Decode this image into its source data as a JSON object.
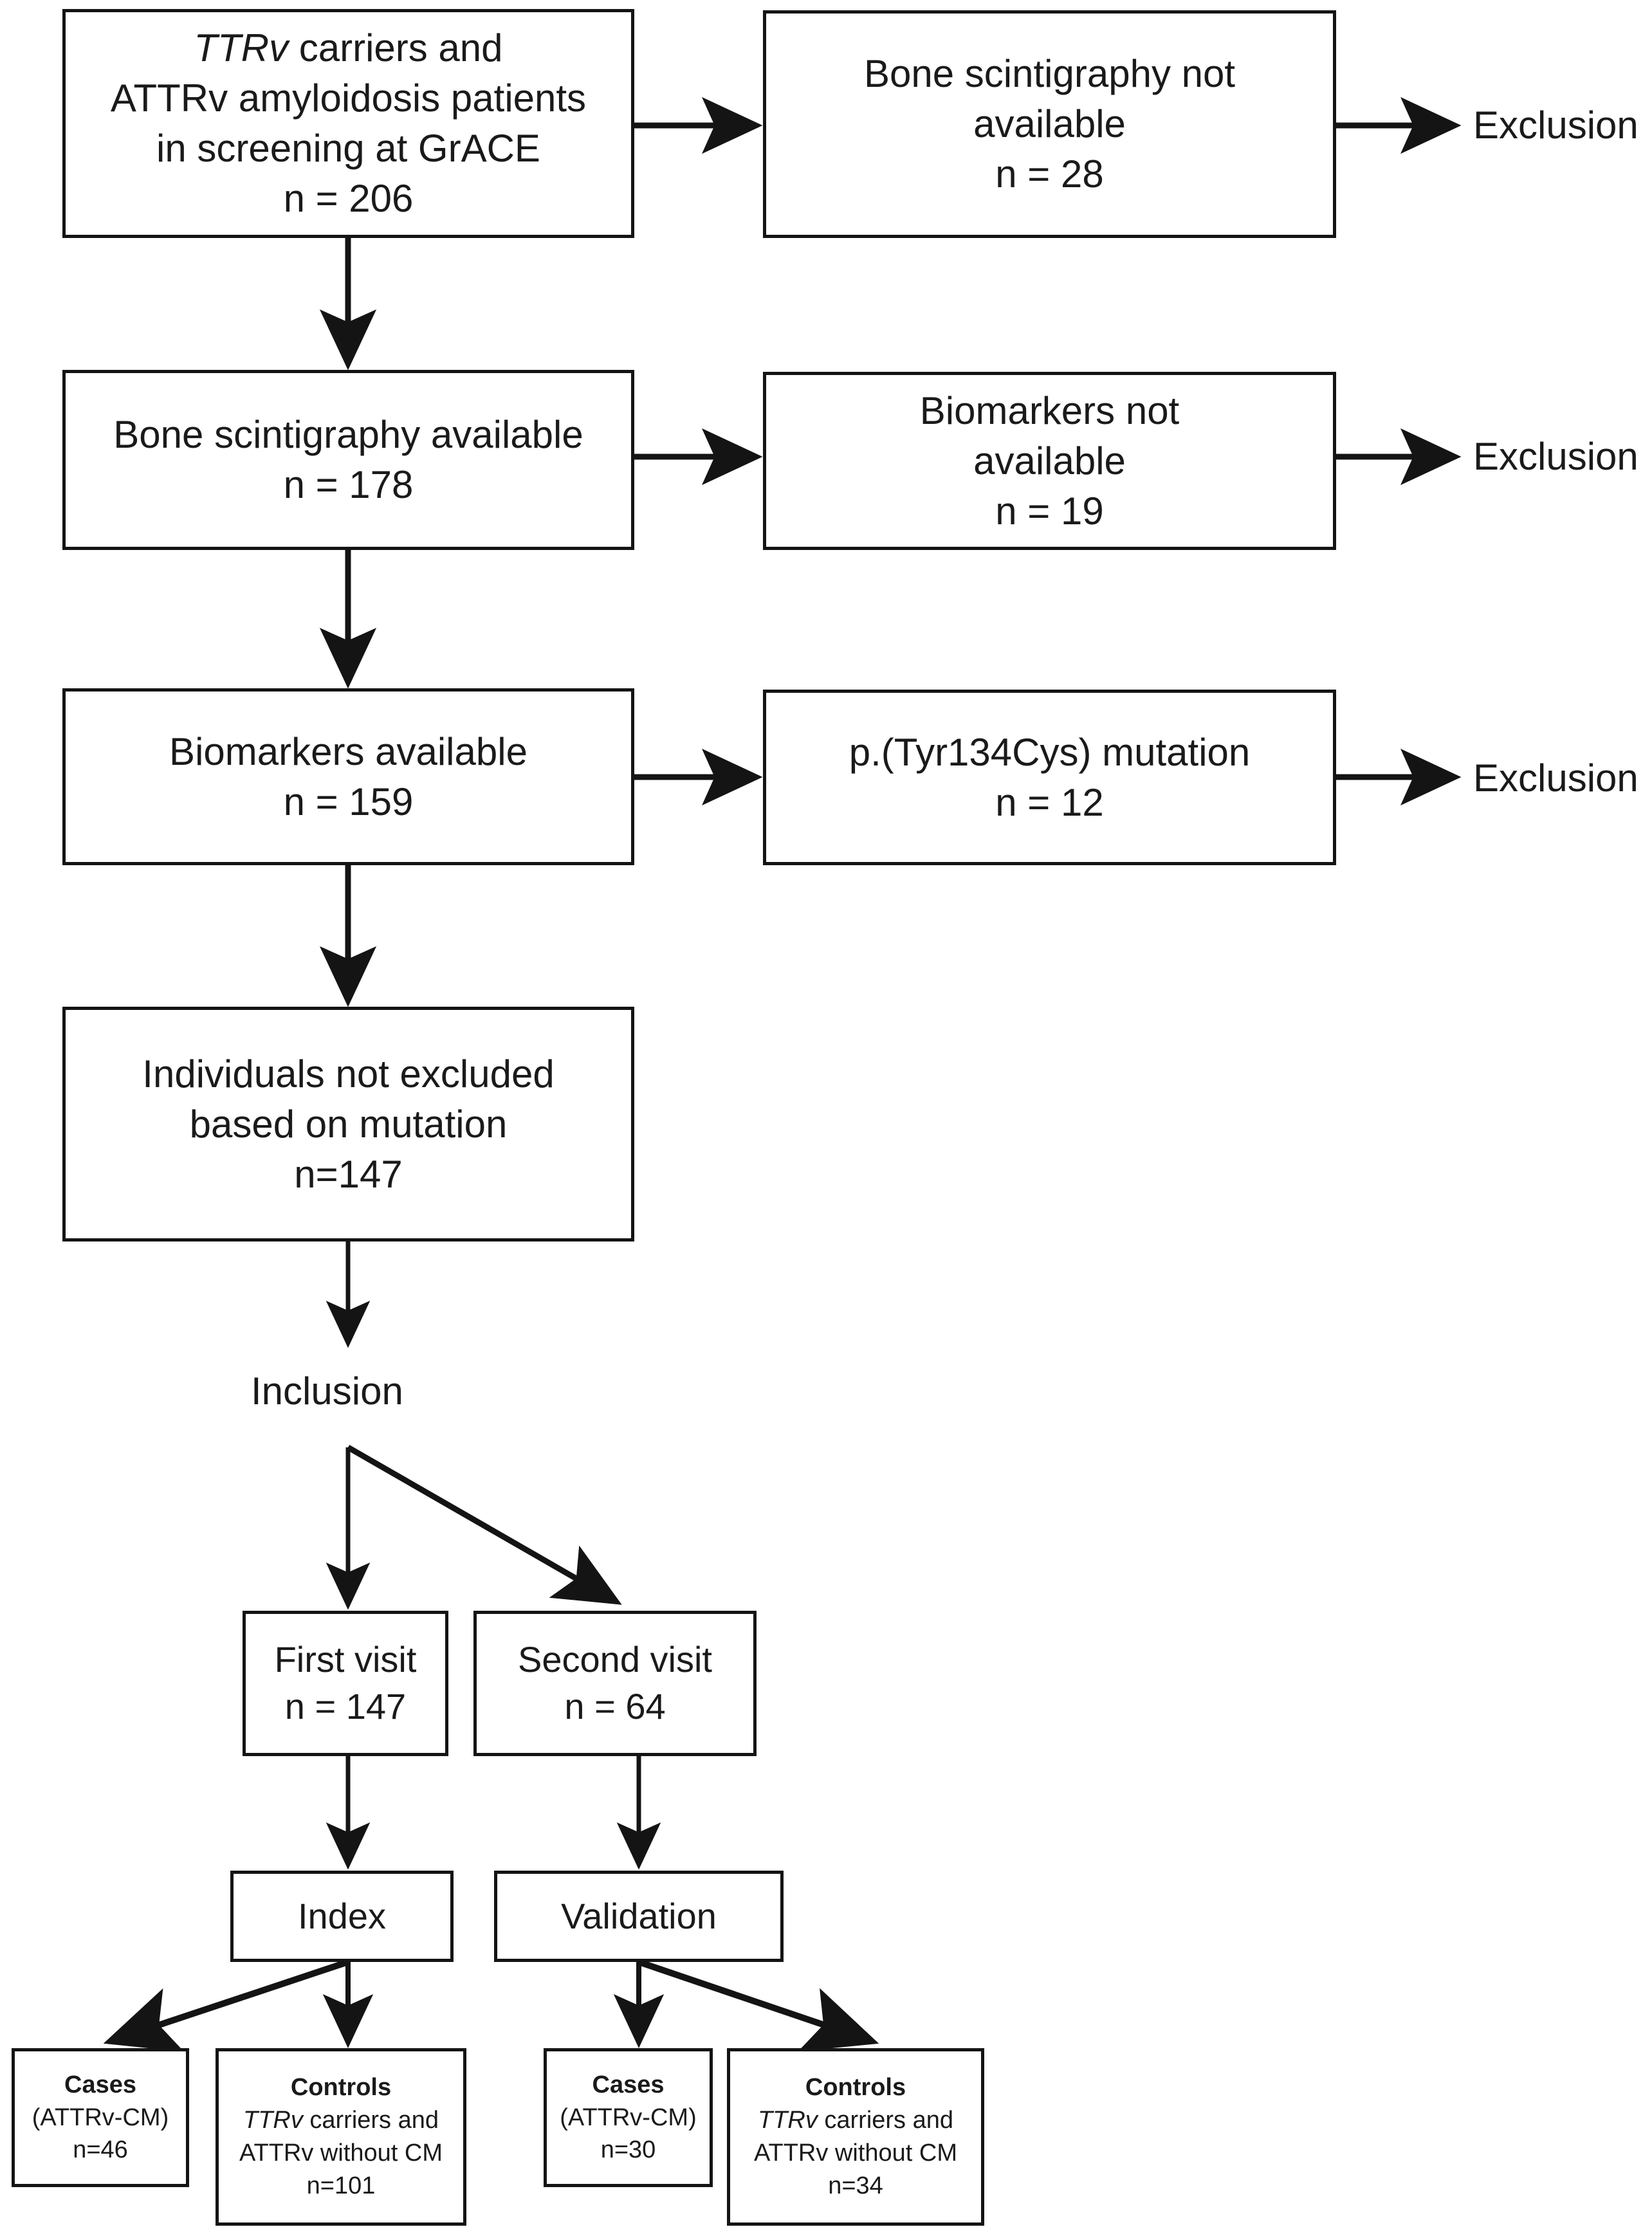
{
  "figure": {
    "type": "study-flow-diagram",
    "title_text": "",
    "accent_color": "#141414",
    "background": "#ffffff"
  },
  "nodes": {
    "screening": {
      "l1": "TTRv",
      "l1b": " carriers and",
      "l2": "ATTRv amyloidosis patients",
      "l3": "in screening at GrACE",
      "l4": "n = 206"
    },
    "scint_not_available": {
      "l1": "Bone scintigraphy not",
      "l2": "available",
      "l3": "n = 28"
    },
    "scint_available": {
      "l1": "Bone scintigraphy available",
      "l2": "n = 178"
    },
    "biomarkers_not_available": {
      "l1": "Biomarkers not",
      "l2": "available",
      "l3": "n = 19"
    },
    "biomarkers_available": {
      "l1": "Biomarkers available",
      "l2": "n = 159"
    },
    "mutation": {
      "l1": "p.(Tyr134Cys) mutation",
      "l2": "n = 12"
    },
    "not_excluded": {
      "l1": "Individuals not excluded",
      "l2": "based on mutation",
      "l3": "n=147"
    },
    "first_visit": {
      "l1": "First visit",
      "l2": "n = 147"
    },
    "second_visit": {
      "l1": "Second visit",
      "l2": "n = 64"
    },
    "index": {
      "l1": "Index"
    },
    "validation": {
      "l1": "Validation"
    },
    "index_cases": {
      "l1": "Cases",
      "l2": "(ATTRv-CM)",
      "l3": "n=46"
    },
    "index_controls": {
      "l1": "Controls",
      "l2a": "TTRv",
      "l2b": " carriers and",
      "l3": "ATTRv without CM",
      "l4": "n=101"
    },
    "validation_cases": {
      "l1": "Cases",
      "l2": "(ATTRv-CM)",
      "l3": "n=30"
    },
    "validation_controls": {
      "l1": "Controls",
      "l2a": "TTRv",
      "l2b": " carriers and",
      "l3": "ATTRv without CM",
      "l4": "n=34"
    }
  },
  "labels": {
    "exclusion_1": "Exclusion",
    "exclusion_2": "Exclusion",
    "exclusion_3": "Exclusion",
    "inclusion": "Inclusion"
  },
  "counts": {
    "screened": 206,
    "scintigraphy_not_available": 28,
    "scintigraphy_available": 178,
    "biomarkers_not_available": 19,
    "biomarkers_available": 159,
    "tyr134cys_mutation": 12,
    "not_excluded_by_mutation": 147,
    "first_visit": 147,
    "second_visit": 64,
    "index_cases": 46,
    "index_controls": 101,
    "validation_cases": 30,
    "validation_controls": 34
  }
}
